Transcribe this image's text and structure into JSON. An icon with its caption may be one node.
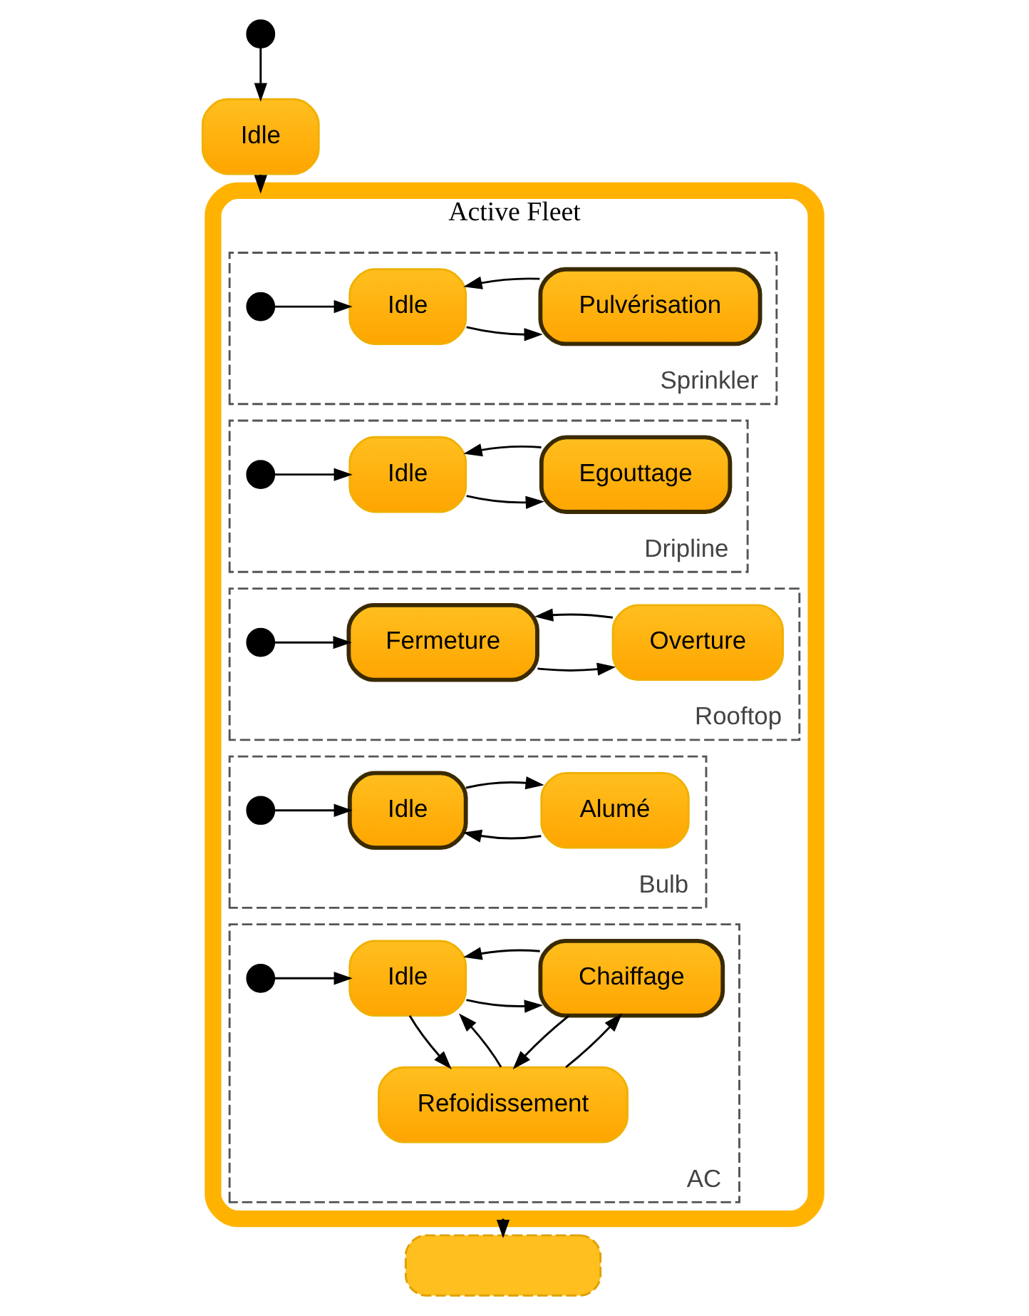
{
  "diagram": {
    "nodes": [
      {
        "text": [],
        "shape": "circle"
      },
      {
        "text": [
          "Idle"
        ]
      },
      {
        "text": [
          "Active Fleet"
        ]
      },
      {
        "text": [
          "Sprinkler"
        ],
        "in": 2
      },
      {
        "text": [],
        "shape": "circle",
        "in": 3
      },
      {
        "text": [
          "Idle"
        ],
        "in": 3
      },
      {
        "text": [
          "Pulvérisation"
        ],
        "in": 3
      },
      {
        "text": [
          "Dripline"
        ],
        "in": 2
      },
      {
        "text": [],
        "shape": "circle",
        "in": 7
      },
      {
        "text": [
          "Idle"
        ],
        "in": 7
      },
      {
        "text": [
          "Egouttage"
        ],
        "in": 7
      },
      {
        "text": [
          "Rooftop"
        ],
        "in": 2
      },
      {
        "text": [],
        "shape": "circle",
        "in": 11
      },
      {
        "text": [
          "Fermeture"
        ],
        "in": 11
      },
      {
        "text": [
          "Overture"
        ],
        "in": 11
      },
      {
        "text": [
          "Bulb"
        ],
        "in": 2
      },
      {
        "text": [],
        "shape": "circle",
        "in": 15
      },
      {
        "text": [
          "Idle"
        ],
        "in": 15
      },
      {
        "text": [
          "Alumé"
        ],
        "in": 15
      },
      {
        "text": [
          "AC"
        ],
        "in": 2
      },
      {
        "text": [],
        "shape": "circle",
        "in": 19
      },
      {
        "text": [
          "Idle"
        ],
        "in": 19
      },
      {
        "text": [
          "Chaiffage"
        ],
        "in": 19
      },
      {
        "text": [
          "Refoidissement"
        ],
        "in": 19
      },
      {
        "text": [],
        "shape": "box"
      }
    ],
    "edges": [
      {
        "from": 0,
        "to": 1,
        "arrow": "to"
      },
      {
        "from": 1,
        "to": 2,
        "arrow": "to"
      },
      {
        "from": 4,
        "to": 5,
        "arrow": "to"
      },
      {
        "from": 5,
        "to": 6,
        "arrow": "to"
      },
      {
        "from": 6,
        "to": 5,
        "arrow": "to"
      },
      {
        "from": 8,
        "to": 9,
        "arrow": "to"
      },
      {
        "from": 9,
        "to": 10,
        "arrow": "to"
      },
      {
        "from": 10,
        "to": 9,
        "arrow": "to"
      },
      {
        "from": 12,
        "to": 13,
        "arrow": "to"
      },
      {
        "from": 13,
        "to": 14,
        "arrow": "to"
      },
      {
        "from": 14,
        "to": 13,
        "arrow": "to"
      },
      {
        "from": 16,
        "to": 17,
        "arrow": "to"
      },
      {
        "from": 18,
        "to": 17,
        "arrow": "to"
      },
      {
        "from": 17,
        "to": 18,
        "arrow": "to"
      },
      {
        "from": 20,
        "to": 21,
        "arrow": "to"
      },
      {
        "from": 21,
        "to": 22,
        "arrow": "to"
      },
      {
        "from": 22,
        "to": 21,
        "arrow": "to"
      },
      {
        "from": 21,
        "to": 23,
        "arrow": "to"
      },
      {
        "from": 23,
        "to": 21,
        "arrow": "to"
      },
      {
        "from": 23,
        "to": 22,
        "arrow": "to"
      },
      {
        "from": 22,
        "to": 23,
        "arrow": "to"
      },
      {
        "from": 2,
        "to": 24,
        "arrow": "to"
      }
    ]
  }
}
